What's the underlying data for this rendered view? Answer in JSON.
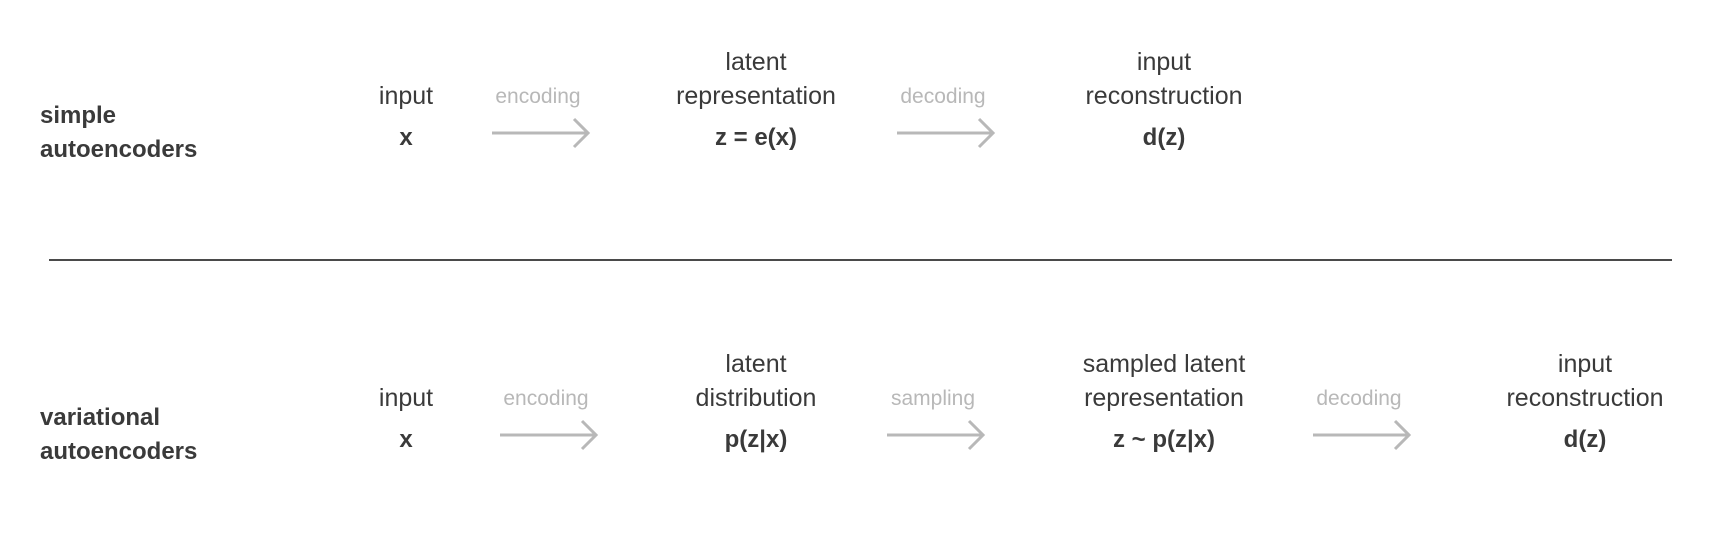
{
  "rows": [
    {
      "title": "simple\nautoencoders",
      "nodes": [
        {
          "label": "input",
          "expr": "x"
        },
        {
          "label": "latent\nrepresentation",
          "expr": "z = e(x)"
        },
        {
          "label": "input\nreconstruction",
          "expr": "d(z)"
        }
      ],
      "edges": [
        "encoding",
        "decoding"
      ]
    },
    {
      "title": "variational\nautoencoders",
      "nodes": [
        {
          "label": "input",
          "expr": "x"
        },
        {
          "label": "latent\ndistribution",
          "expr": "p(z|x)"
        },
        {
          "label": "sampled latent\nrepresentation",
          "expr": "z ~ p(z|x)"
        },
        {
          "label": "input\nreconstruction",
          "expr": "d(z)"
        }
      ],
      "edges": [
        "encoding",
        "sampling",
        "decoding"
      ]
    }
  ],
  "colors": {
    "text": "#3a3a3a",
    "edge": "#b8b8b8",
    "divider": "#4a4a4a"
  }
}
